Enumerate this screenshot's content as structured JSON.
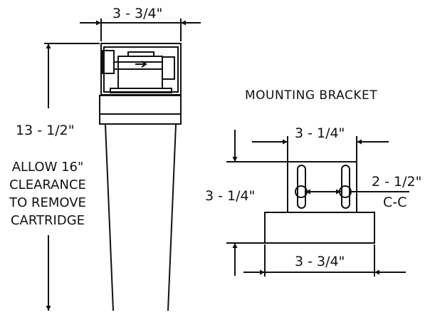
{
  "filter_housing": {
    "top_width": "3 - 3/4\"",
    "height": "13 - 1/2\"",
    "clearance_note": [
      "ALLOW 16\"",
      "CLEARANCE",
      "TO REMOVE",
      "CARTRIDGE"
    ]
  },
  "mounting_bracket": {
    "title": "MOUNTING BRACKET",
    "top_width": "3 - 1/4\"",
    "height": "3 - 1/4\"",
    "hole_spacing": "2 - 1/2\"",
    "hole_spacing_unit": "C-C",
    "base_width": "3 - 3/4\""
  },
  "colors": {
    "line": "#111111",
    "background": "#ffffff"
  }
}
